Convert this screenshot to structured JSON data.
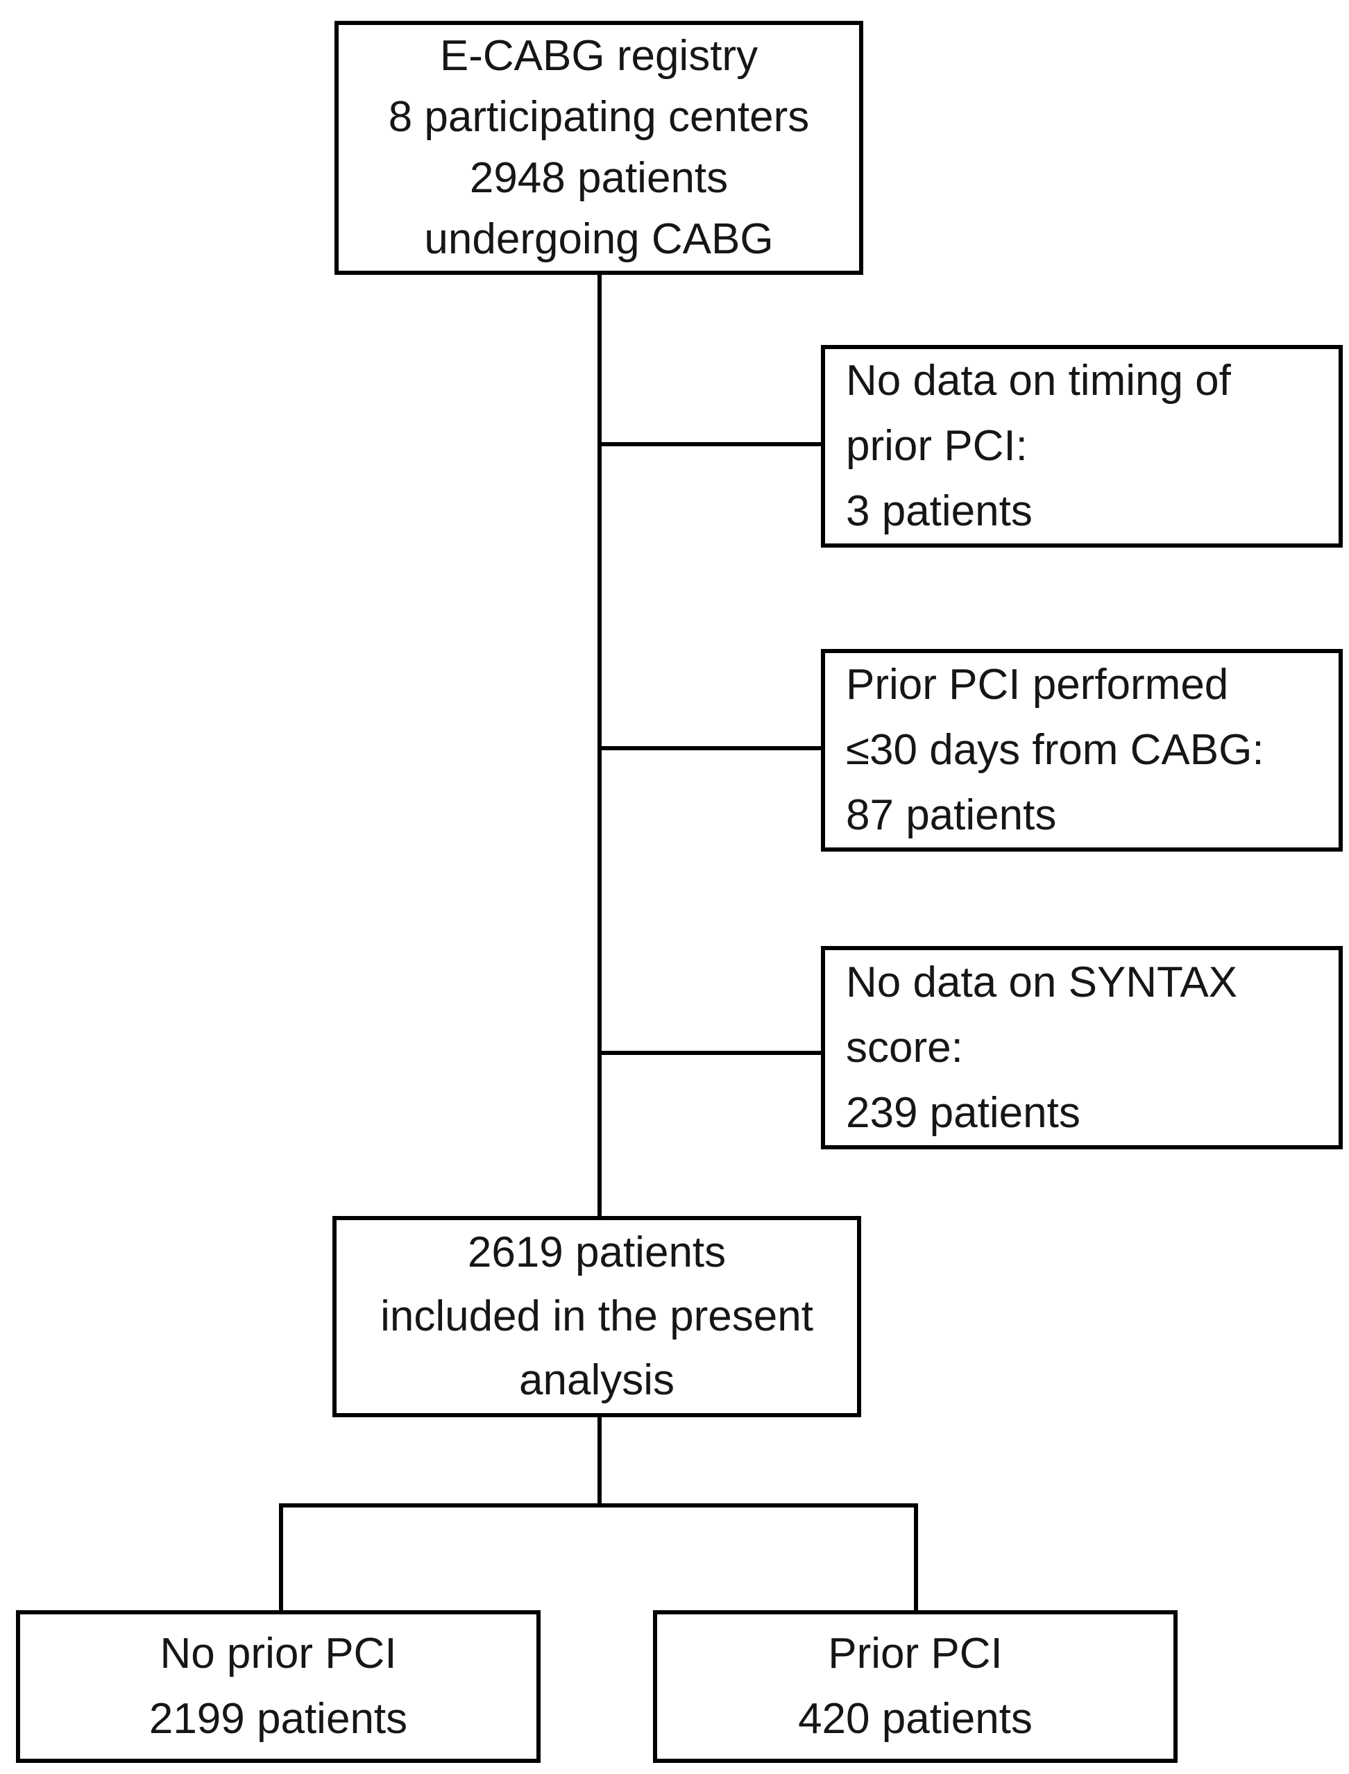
{
  "diagram": {
    "type": "flowchart",
    "colors": {
      "background": "#ffffff",
      "box_fill": "#ffffff",
      "box_border": "#000000",
      "connector": "#000000",
      "text": "#161616"
    },
    "nodes": {
      "registry": {
        "lines": [
          "E-CABG registry",
          "8 participating centers",
          "2948 patients",
          "undergoing CABG"
        ]
      },
      "excluded_timing": {
        "lines": [
          "No data on timing of",
          "prior PCI:",
          "3 patients"
        ]
      },
      "excluded_recent_pci": {
        "lines": [
          "Prior PCI performed",
          "≤30 days from CABG:",
          "87 patients"
        ]
      },
      "excluded_syntax": {
        "lines": [
          "No data on SYNTAX",
          "score:",
          "239 patients"
        ]
      },
      "included": {
        "lines": [
          "2619 patients",
          "included in the present",
          "analysis"
        ]
      },
      "no_prior_pci": {
        "lines": [
          "No prior PCI",
          "2199 patients"
        ]
      },
      "prior_pci": {
        "lines": [
          "Prior PCI",
          "420 patients"
        ]
      }
    }
  }
}
